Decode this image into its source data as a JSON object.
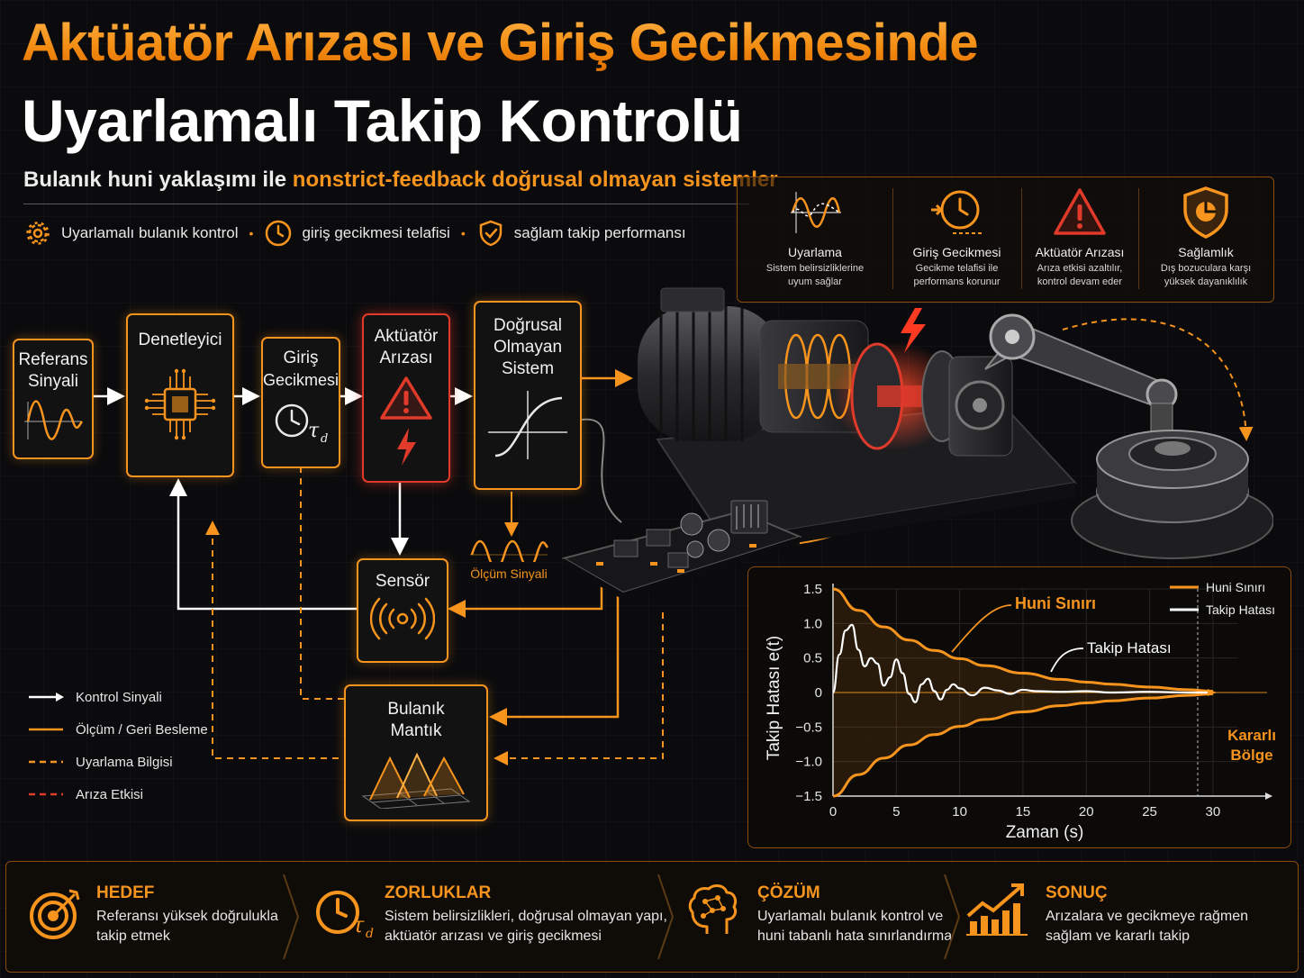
{
  "title": {
    "line1": "Aktüatör Arızası ve Giriş Gecikmesinde",
    "line2": "Uyarlamalı Takip Kontrolü"
  },
  "subtitle": {
    "plain": "Bulanık huni yaklaşımı ile ",
    "highlight": "nonstrict-feedback doğrusal olmayan sistemler"
  },
  "bullets": [
    {
      "icon": "gear-icon",
      "label": "Uyarlamalı bulanık kontrol"
    },
    {
      "icon": "clock-icon",
      "label": "giriş gecikmesi telafisi"
    },
    {
      "icon": "shield-check-icon",
      "label": "sağlam takip performansı"
    }
  ],
  "features": [
    {
      "icon": "adaptation-wave-icon",
      "title": "Uyarlama",
      "desc1": "Sistem belirsizliklerine",
      "desc2": "uyum sağlar"
    },
    {
      "icon": "delay-clock-icon",
      "title": "Giriş Gecikmesi",
      "desc1": "Gecikme telafisi ile",
      "desc2": "performans korunur"
    },
    {
      "icon": "warning-icon",
      "title": "Aktüatör Arızası",
      "desc1": "Arıza etkisi azaltılır,",
      "desc2": "kontrol devam eder"
    },
    {
      "icon": "shield-icon",
      "title": "Sağlamlık",
      "desc1": "Dış bozuculara karşı",
      "desc2": "yüksek dayanıklılık"
    }
  ],
  "blocks": {
    "reference": {
      "line1": "Referans",
      "line2": "Sinyali"
    },
    "controller": {
      "line1": "Denetleyici"
    },
    "input_delay": {
      "line1": "Giriş",
      "line2": "Gecikmesi",
      "symbol": "τ",
      "subscript": "d"
    },
    "actuator_fault": {
      "line1": "Aktüatör",
      "line2": "Arızası"
    },
    "nonlinear_system": {
      "line1": "Doğrusal",
      "line2": "Olmayan",
      "line3": "Sistem"
    },
    "sensor": {
      "line1": "Sensör"
    },
    "fuzzy_logic": {
      "line1": "Bulanık",
      "line2": "Mantık"
    },
    "measurement_signal": "Ölçüm Sinyali"
  },
  "legend": [
    {
      "label": "Kontrol Sinyali",
      "color": "#ffffff",
      "style": "solid"
    },
    {
      "label": "Ölçüm / Geri Besleme",
      "color": "#f7941d",
      "style": "solid"
    },
    {
      "label": "Uyarlama Bilgisi",
      "color": "#f7941d",
      "style": "dashed"
    },
    {
      "label": "Arıza Etkisi",
      "color": "#e03a2a",
      "style": "dashed"
    }
  ],
  "chart_data": {
    "type": "line",
    "xlabel": "Zaman (s)",
    "ylabel": "Takip Hatası   e(t)",
    "xlim": [
      0,
      32
    ],
    "ylim": [
      -1.5,
      1.5
    ],
    "xticks": [
      "0",
      "5",
      "10",
      "15",
      "20",
      "25",
      "30"
    ],
    "yticks": [
      "1.5",
      "1.0",
      "0.5",
      "0",
      "−0.5",
      "−1.0",
      "−1.5"
    ],
    "legend": [
      "Huni Sınırı",
      "Takip Hatası"
    ],
    "annotations": {
      "funnel": "Huni Sınırı",
      "error": "Takip Hatası",
      "stable_line1": "Kararlı",
      "stable_line2": "Bölge"
    },
    "series": [
      {
        "name": "Huni Sınırı",
        "color": "#f7941d",
        "x": [
          0,
          2,
          4,
          6,
          8,
          10,
          12,
          15,
          18,
          20,
          22,
          25,
          28,
          30
        ],
        "upper": [
          1.5,
          1.19,
          0.95,
          0.76,
          0.61,
          0.49,
          0.39,
          0.28,
          0.19,
          0.15,
          0.12,
          0.08,
          0.04,
          0.02
        ],
        "lower": [
          -1.5,
          -1.19,
          -0.95,
          -0.76,
          -0.61,
          -0.49,
          -0.39,
          -0.28,
          -0.19,
          -0.15,
          -0.12,
          -0.08,
          -0.04,
          -0.02
        ]
      },
      {
        "name": "Takip Hatası",
        "color": "#ffffff",
        "x": [
          0,
          0.5,
          1,
          1.5,
          2,
          2.5,
          3,
          3.5,
          4,
          4.5,
          5,
          5.5,
          6,
          6.5,
          7,
          7.5,
          8,
          8.5,
          9,
          9.5,
          10,
          11,
          12,
          13,
          14,
          15,
          16,
          18,
          20,
          22,
          25,
          28,
          30
        ],
        "y": [
          0,
          0.55,
          0.9,
          0.98,
          0.62,
          0.38,
          0.5,
          0.42,
          0.1,
          0.22,
          0.48,
          0.28,
          -0.02,
          -0.14,
          0.12,
          0.2,
          0.02,
          -0.1,
          0.04,
          0.12,
          0.06,
          -0.04,
          0.07,
          0.03,
          -0.02,
          0.04,
          0.02,
          0.01,
          0.02,
          0.0,
          0.01,
          0.0,
          0.0
        ]
      }
    ]
  },
  "bottom": [
    {
      "icon": "target-icon",
      "title": "HEDEF",
      "line1": "Referansı yüksek doğrulukla",
      "line2": "takip etmek"
    },
    {
      "icon": "delay-icon",
      "title": "ZORLUKLAR",
      "line1": "Sistem belirsizlikleri, doğrusal olmayan yapı,",
      "line2": "aktüatör arızası ve giriş gecikmesi"
    },
    {
      "icon": "brain-icon",
      "title": "ÇÖZÜM",
      "line1": "Uyarlamalı bulanık kontrol ve",
      "line2": "huni tabanlı hata sınırlandırma"
    },
    {
      "icon": "growth-chart-icon",
      "title": "SONUÇ",
      "line1": "Arızalara ve gecikmeye rağmen",
      "line2": "sağlam ve kararlı takip"
    }
  ],
  "colors": {
    "accent": "#f7941d",
    "fault": "#e03a2a",
    "background": "#0b0b0d"
  }
}
